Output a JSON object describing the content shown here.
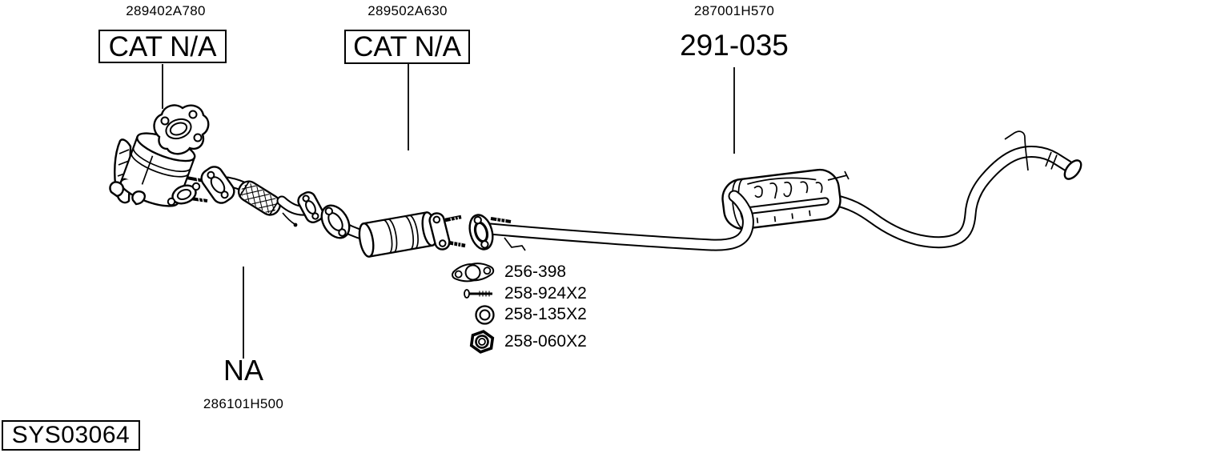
{
  "diagram": {
    "background_color": "#ffffff",
    "line_color": "#000000",
    "system_code": "SYS03064",
    "callouts": [
      {
        "part_number": "289402A780",
        "label": "CAT N/A",
        "boxed": true
      },
      {
        "part_number": "289502A630",
        "label": "CAT N/A",
        "boxed": true
      },
      {
        "part_number": "287001H570",
        "label": "291-035",
        "boxed": false
      },
      {
        "part_number": "286101H500",
        "label": "NA",
        "boxed": false
      }
    ],
    "hardware_items": [
      {
        "icon": "gasket-icon",
        "part_number": "256-398"
      },
      {
        "icon": "bolt-icon",
        "part_number": "258-924X2"
      },
      {
        "icon": "washer-icon",
        "part_number": "258-135X2"
      },
      {
        "icon": "nut-icon",
        "part_number": "258-060X2"
      }
    ],
    "components": [
      "front-catalytic-converter",
      "flex-pipe",
      "middle-catalytic-converter",
      "center-pipe",
      "muffler",
      "tailpipe"
    ]
  }
}
